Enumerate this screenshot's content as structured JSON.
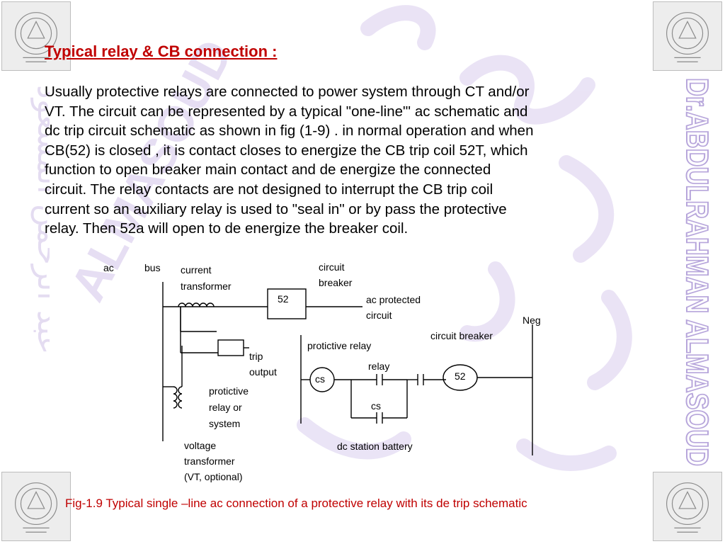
{
  "heading": "Typical relay & CB connection :",
  "body_text": "   Usually protective relays are connected to power system through CT and/or\nVT. The circuit can be represented by a typical \"one-line\"' ac schematic and\ndc trip circuit schematic as shown in fig (1-9) . in normal operation and when\nCB(52) is closed , it is contact closes to energize the CB trip coil 52T, which\nfunction to open breaker main contact and de energize the connected\ncircuit. The relay contacts are not designed to interrupt the CB trip coil\ncurrent so an auxiliary relay is used to \"seal in\" or by pass the protective\nrelay. Then 52a will open to de energize the breaker coil.",
  "diagram": {
    "ac": "ac",
    "bus": "bus",
    "current_transformer": [
      "current",
      "transformer"
    ],
    "circuit_breaker_top": [
      "circuit",
      "breaker"
    ],
    "breaker_box": "52",
    "ac_protected_circuit": [
      "ac protected",
      "circuit"
    ],
    "neg": "Neg",
    "circuit_breaker_right": "circuit breaker",
    "protective_relay_top": "protictive relay",
    "trip_output": [
      "trip",
      "output"
    ],
    "relay": "relay",
    "cs_circle": "cs",
    "cs_contact": "cs",
    "breaker_coil": "52",
    "protective_relay_system": [
      "protictive",
      "relay or",
      "system"
    ],
    "dc_station_battery": "dc station battery",
    "voltage_transformer": [
      "voltage",
      "transformer",
      "(VT, optional)"
    ]
  },
  "caption": "Fig-1.9 Typical single –line ac connection of a protective relay with its de trip schematic",
  "watermark": {
    "right_text": "Dr.ABDULRAHMAN ALMASOUD",
    "diagonal_text": "ALMASOUD",
    "left_text": "عبد الرحمن المسعود"
  },
  "colors": {
    "heading": "#c00000",
    "caption": "#c00000",
    "watermark": "#cfc0e6",
    "watermark_right": "#b7a6db"
  },
  "logos": [
    "university-seal-icon",
    "university-seal-icon",
    "university-seal-icon",
    "university-seal-icon"
  ]
}
